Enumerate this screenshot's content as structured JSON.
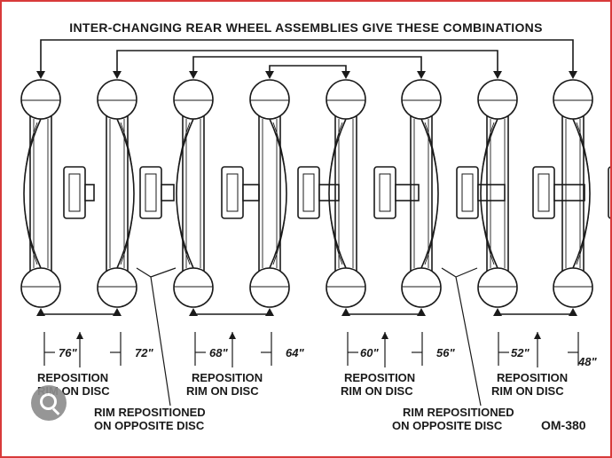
{
  "diagram": {
    "title": "INTER-CHANGING REAR WHEEL ASSEMBLIES GIVE THESE COMBINATIONS",
    "code": "OM-380",
    "dimensions": [
      "76\"",
      "72\"",
      "68\"",
      "64\"",
      "60\"",
      "56\"",
      "52\"",
      "48\""
    ],
    "label_reposition_line1": "REPOSITION",
    "label_reposition_line2": "RIM ON DISC",
    "label_repositioned_line1": "RIM REPOSITIONED",
    "label_repositioned_line2": "ON OPPOSITE DISC"
  },
  "wheels": [
    {
      "dim": "76\"",
      "disc": "left",
      "hub": "left"
    },
    {
      "dim": "72\"",
      "disc": "right",
      "hub": "left"
    },
    {
      "dim": "68\"",
      "disc": "left",
      "hub": "mid"
    },
    {
      "dim": "64\"",
      "disc": "right",
      "hub": "mid"
    },
    {
      "dim": "60\"",
      "disc": "left",
      "hub": "mid"
    },
    {
      "dim": "56\"",
      "disc": "right",
      "hub": "right"
    },
    {
      "dim": "52\"",
      "disc": "left",
      "hub": "right"
    },
    {
      "dim": "48\"",
      "disc": "right",
      "hub": "right"
    }
  ],
  "colors": {
    "ink": "#1a1a1a",
    "frame": "#d83a3a",
    "badge": "#8e8e8e"
  },
  "icons": {
    "badge": "search-icon"
  }
}
